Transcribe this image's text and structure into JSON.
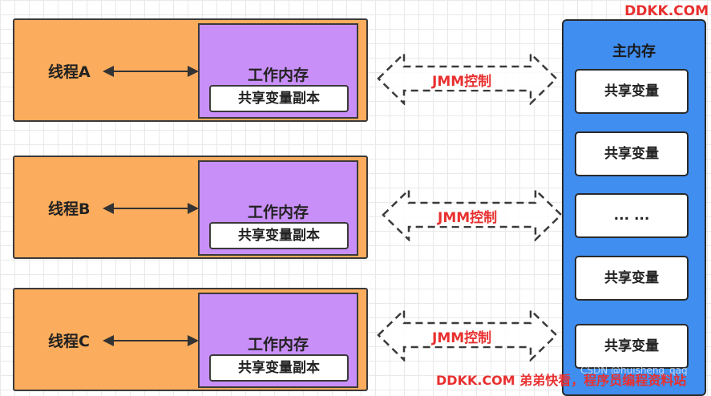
{
  "threads": [
    {
      "label": "线程A",
      "work_memory": "工作内存",
      "copy": "共享变量副本",
      "jmm": "JMM控制"
    },
    {
      "label": "线程B",
      "work_memory": "工作内存",
      "copy": "共享变量副本",
      "jmm": "JMM控制"
    },
    {
      "label": "线程C",
      "work_memory": "工作内存",
      "copy": "共享变量副本",
      "jmm": "JMM控制"
    }
  ],
  "main_memory": {
    "title": "主内存",
    "items": [
      "共享变量",
      "共享变量",
      "... ...",
      "共享变量",
      "共享变量"
    ]
  },
  "watermarks": {
    "top": "DDKK.COM",
    "csdn": "CSDN @huisheng_qaq",
    "bottom": "DDKK.COM 弟弟快看，程序员编程资料站"
  },
  "colors": {
    "thread": "#fbac5c",
    "work_memory": "#c98ff8",
    "main_memory": "#3f8ef0",
    "jmm_text": "#e8302f"
  }
}
